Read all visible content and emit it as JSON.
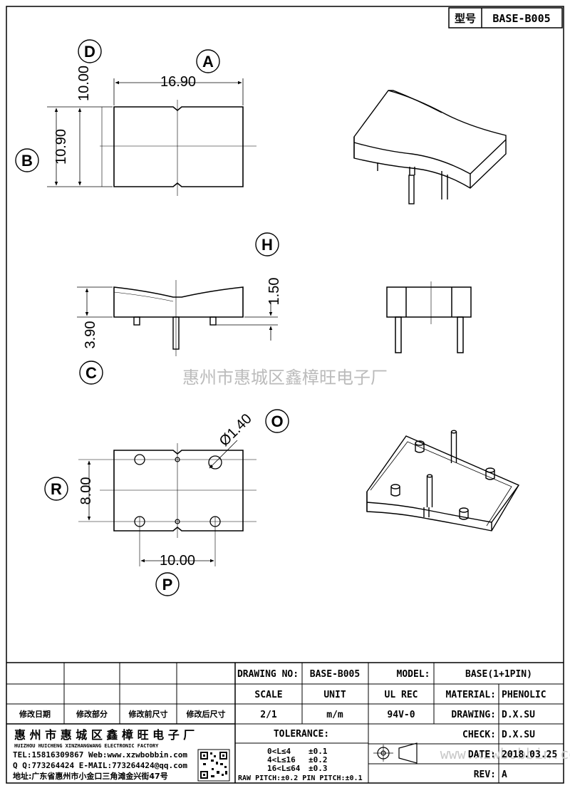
{
  "header": {
    "model_label": "型号",
    "model_value": "BASE-B005"
  },
  "views": {
    "D": "D",
    "A": "A",
    "B": "B",
    "H": "H",
    "C": "C",
    "O": "O",
    "R": "R",
    "P": "P"
  },
  "dimensions": {
    "width_top": "16.90",
    "depth_side": "10.00",
    "height_left": "10.90",
    "flange": "1.50",
    "body_height": "3.90",
    "hole_dia": "Ø1.40",
    "pin_row": "8.00",
    "pin_span": "10.00"
  },
  "watermark": "惠州市惠城区鑫樟旺电子厂",
  "title_block": {
    "drawing_no_label": "DRAWING NO:",
    "drawing_no": "BASE-B005",
    "model_label": "MODEL:",
    "model": "BASE(1+1PIN)",
    "scale_label": "SCALE",
    "scale": "2/1",
    "unit_label": "UNIT",
    "unit": "m/m",
    "ul_label": "UL REC",
    "ul": "94V-0",
    "material_label": "MATERIAL:",
    "material": "PHENOLIC",
    "drawing_label": "DRAWING:",
    "drawing": "D.X.SU",
    "check_label": "CHECK:",
    "check": "D.X.SU",
    "date_label": "DATE:",
    "date": "2018.03.25",
    "rev_label": "REV:",
    "rev": "A",
    "tolerance_label": "TOLERANCE:",
    "tol_1_range": "0<L≤4",
    "tol_1_val": "±0.1",
    "tol_2_range": "4<L≤16",
    "tol_2_val": "±0.2",
    "tol_3_range": "16<L≤64",
    "tol_3_val": "±0.3",
    "pitch_note": "RAW PITCH:±0.2 PIN PITCH:±0.1",
    "rev_hdr_1": "修改日期",
    "rev_hdr_2": "修改部分",
    "rev_hdr_3": "修改前尺寸",
    "rev_hdr_4": "修改后尺寸",
    "company_cn": "惠 州 市 惠 城 区 鑫 樟 旺 电 子 厂",
    "company_en": "HUIZHOU HUICHENG XINZHANGWANG ELECTRONIC FACTORY",
    "contact_1": "TEL:15816309867 Web:www.xzwbobbin.com",
    "contact_2": "Q Q:773264424 E-MAIL:773264424@qq.com",
    "address": "地址:广东省惠州市小金口三角滩金兴街47号",
    "site_watermark": "www.xzwbobbin.com"
  }
}
